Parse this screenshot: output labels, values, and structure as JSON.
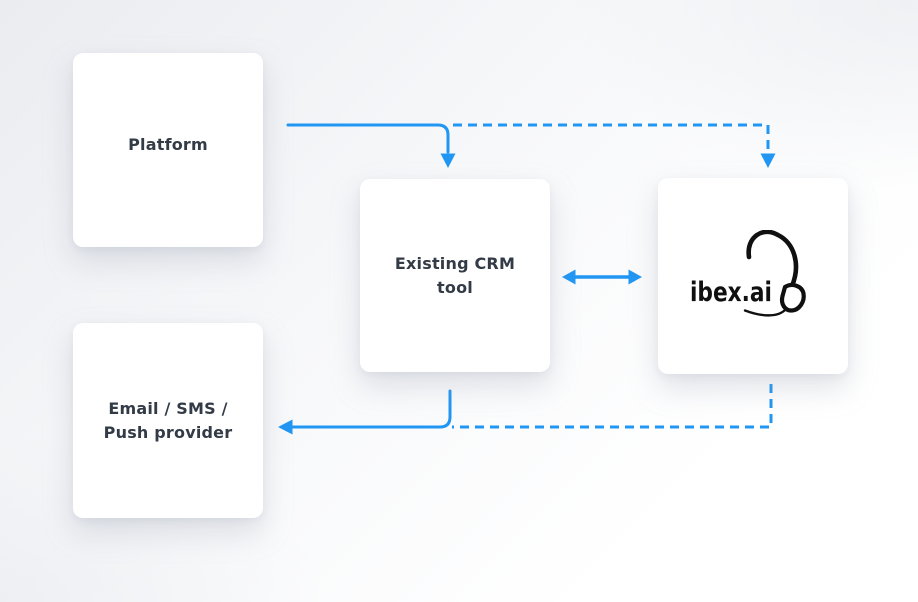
{
  "app": {
    "type": "integration-flow-diagram",
    "title": ""
  },
  "colors": {
    "accent": "#2196f3",
    "node_background": "#ffffff",
    "node_text": "#333b46",
    "logo": "#101010",
    "background_tint": "#eaecf0"
  },
  "nodes": {
    "platform": {
      "label": "Platform"
    },
    "crm": {
      "label": "Existing CRM tool",
      "lines": [
        "Existing CRM",
        "tool"
      ]
    },
    "ibex": {
      "label": "ibex.ai",
      "logo_icon": "ibex-horn-icon"
    },
    "provider": {
      "label": "Email / SMS / Push provider",
      "lines": [
        "Email / SMS /",
        "Push provider"
      ]
    }
  },
  "connectors": [
    {
      "id": "platform-to-crm",
      "from": "platform",
      "to": "crm",
      "style": "solid",
      "arrows": "end"
    },
    {
      "id": "platform-to-ibex",
      "from": "platform",
      "to": "ibex",
      "style": "dashed",
      "arrows": "end"
    },
    {
      "id": "crm-ibex-sync",
      "from": "crm",
      "to": "ibex",
      "style": "solid",
      "arrows": "both"
    },
    {
      "id": "crm-to-provider",
      "from": "crm",
      "to": "provider",
      "style": "solid",
      "arrows": "end"
    },
    {
      "id": "ibex-to-provider",
      "from": "ibex",
      "to": "provider",
      "style": "dashed",
      "arrows": "none"
    }
  ]
}
